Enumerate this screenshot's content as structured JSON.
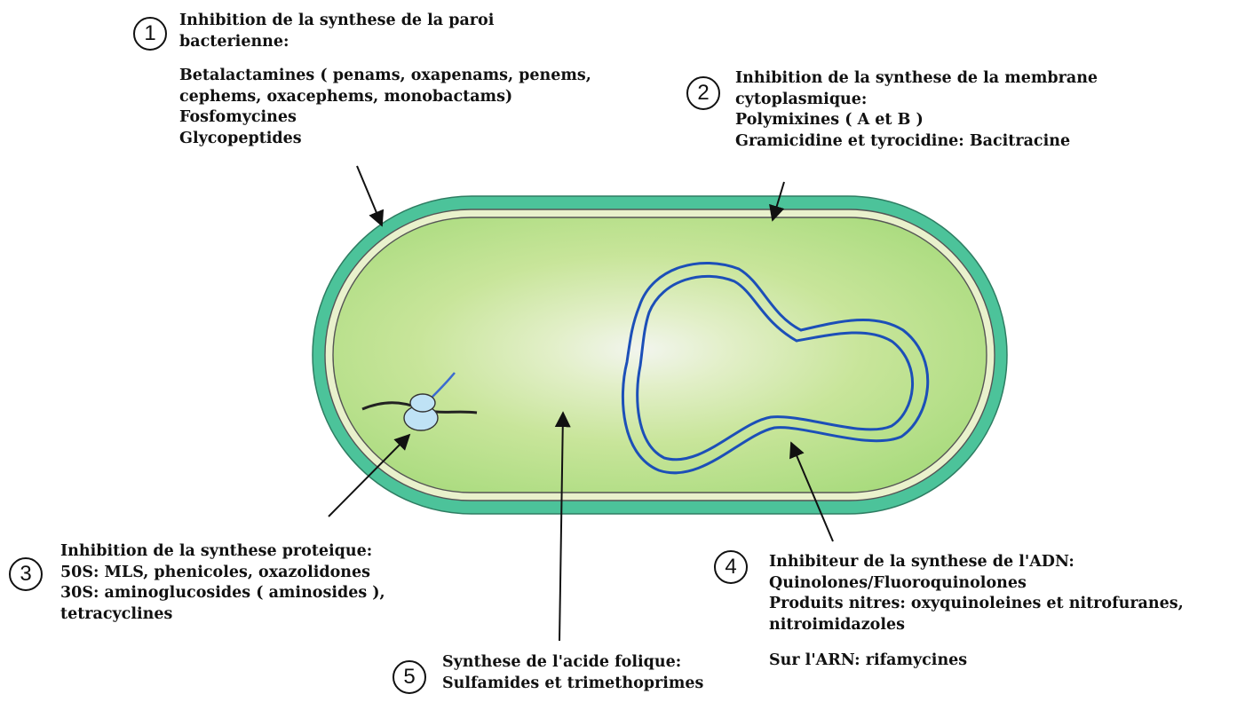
{
  "annotations": [
    {
      "id": "1",
      "number": "1",
      "title_lines": [
        "Inhibition de la synthese de la paroi",
        "bacterienne:"
      ],
      "items": [
        "Betalactamines ( penams, oxapenams, penems,",
        "cephems, oxacephems, monobactams)",
        "Fosfomycines",
        "Glycopeptides"
      ]
    },
    {
      "id": "2",
      "number": "2",
      "title_lines": [
        "Inhibition de la synthese de la membrane",
        "cytoplasmique:"
      ],
      "items": [
        "Polymixines ( A et B )",
        "Gramicidine et tyrocidine: Bacitracine"
      ]
    },
    {
      "id": "3",
      "number": "3",
      "title_lines": [
        "Inhibition de la synthese proteique:"
      ],
      "items": [
        "50S: MLS, phenicoles, oxazolidones",
        "30S: aminoglucosides ( aminosides ),",
        "tetracyclines"
      ]
    },
    {
      "id": "4",
      "number": "4",
      "title_lines": [
        "Inhibiteur de la synthese de l'ADN:"
      ],
      "items": [
        "Quinolones/Fluoroquinolones",
        "Produits nitres: oxyquinoleines et nitrofuranes,",
        "nitroimidazoles"
      ],
      "extra": "Sur l'ARN: rifamycines"
    },
    {
      "id": "5",
      "number": "5",
      "title_lines": [
        "Synthese de l'acide folique:"
      ],
      "items": [
        "Sulfamides et trimethoprimes"
      ]
    }
  ],
  "colors": {
    "cell_wall": "#4cc39a",
    "cytoplasm": "#c8e59a",
    "dna": "#1c4fb8",
    "ribosome": "#bfe2f5",
    "text": "#111111"
  }
}
